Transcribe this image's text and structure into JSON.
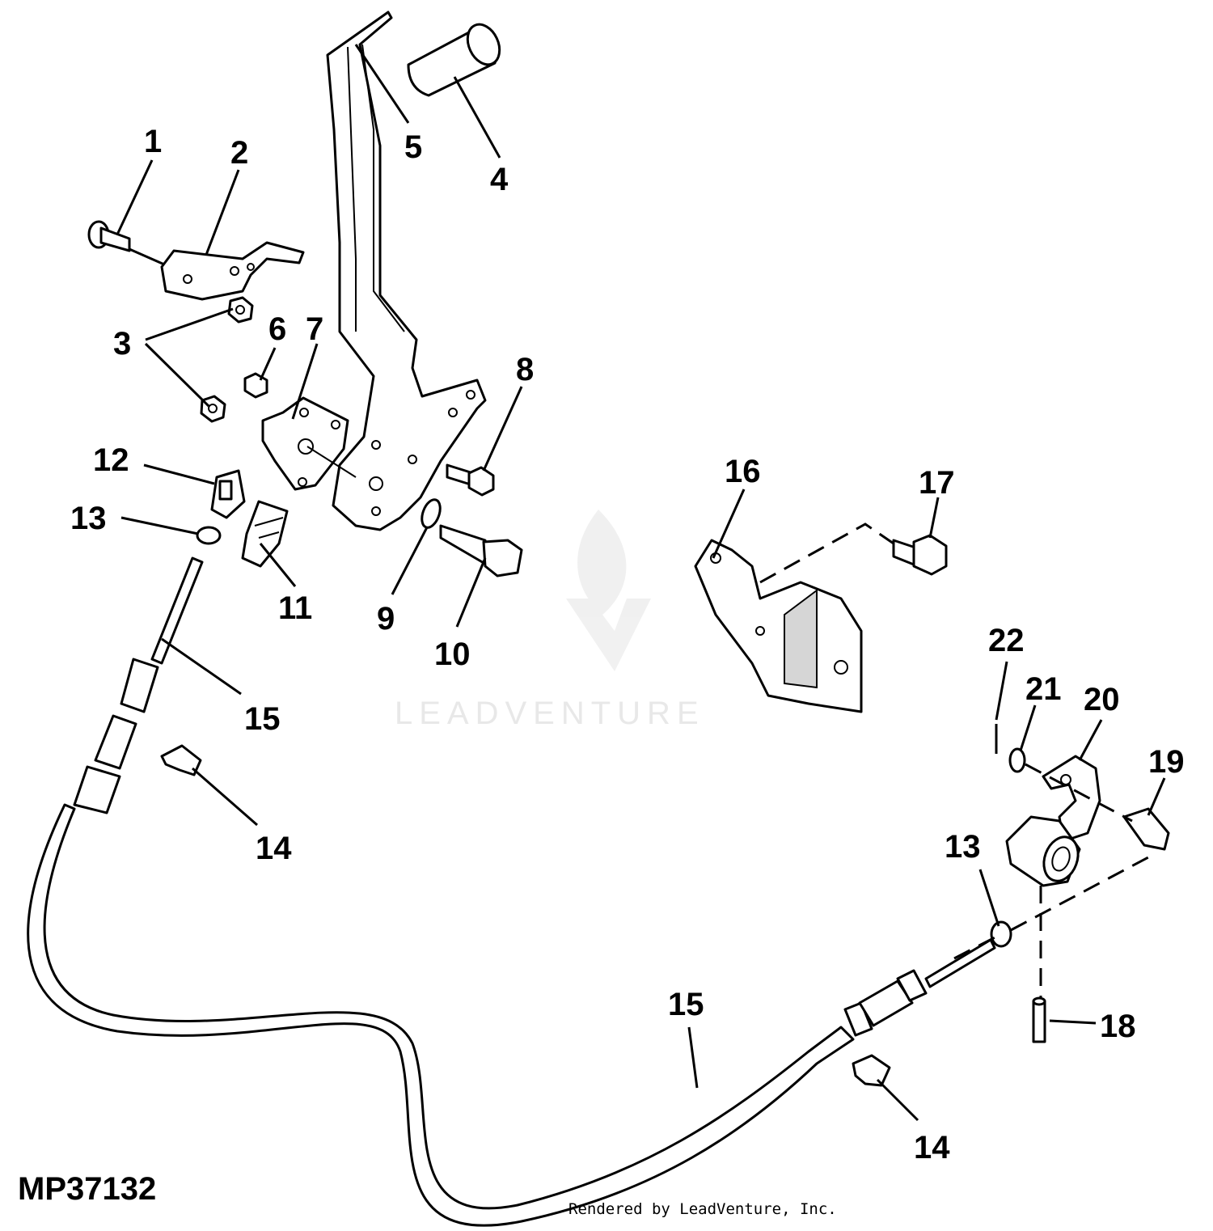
{
  "diagram": {
    "figure_id": "MP37132",
    "credit": "Rendered by LeadVenture, Inc.",
    "watermark": "LEADVENTURE",
    "callouts": [
      "1",
      "2",
      "3",
      "4",
      "5",
      "6",
      "7",
      "8",
      "9",
      "10",
      "11",
      "12",
      "13",
      "14",
      "15",
      "16",
      "17",
      "18",
      "19",
      "20",
      "21",
      "22"
    ],
    "callout_13b": "13",
    "callout_14b": "14",
    "callout_15b": "15"
  }
}
